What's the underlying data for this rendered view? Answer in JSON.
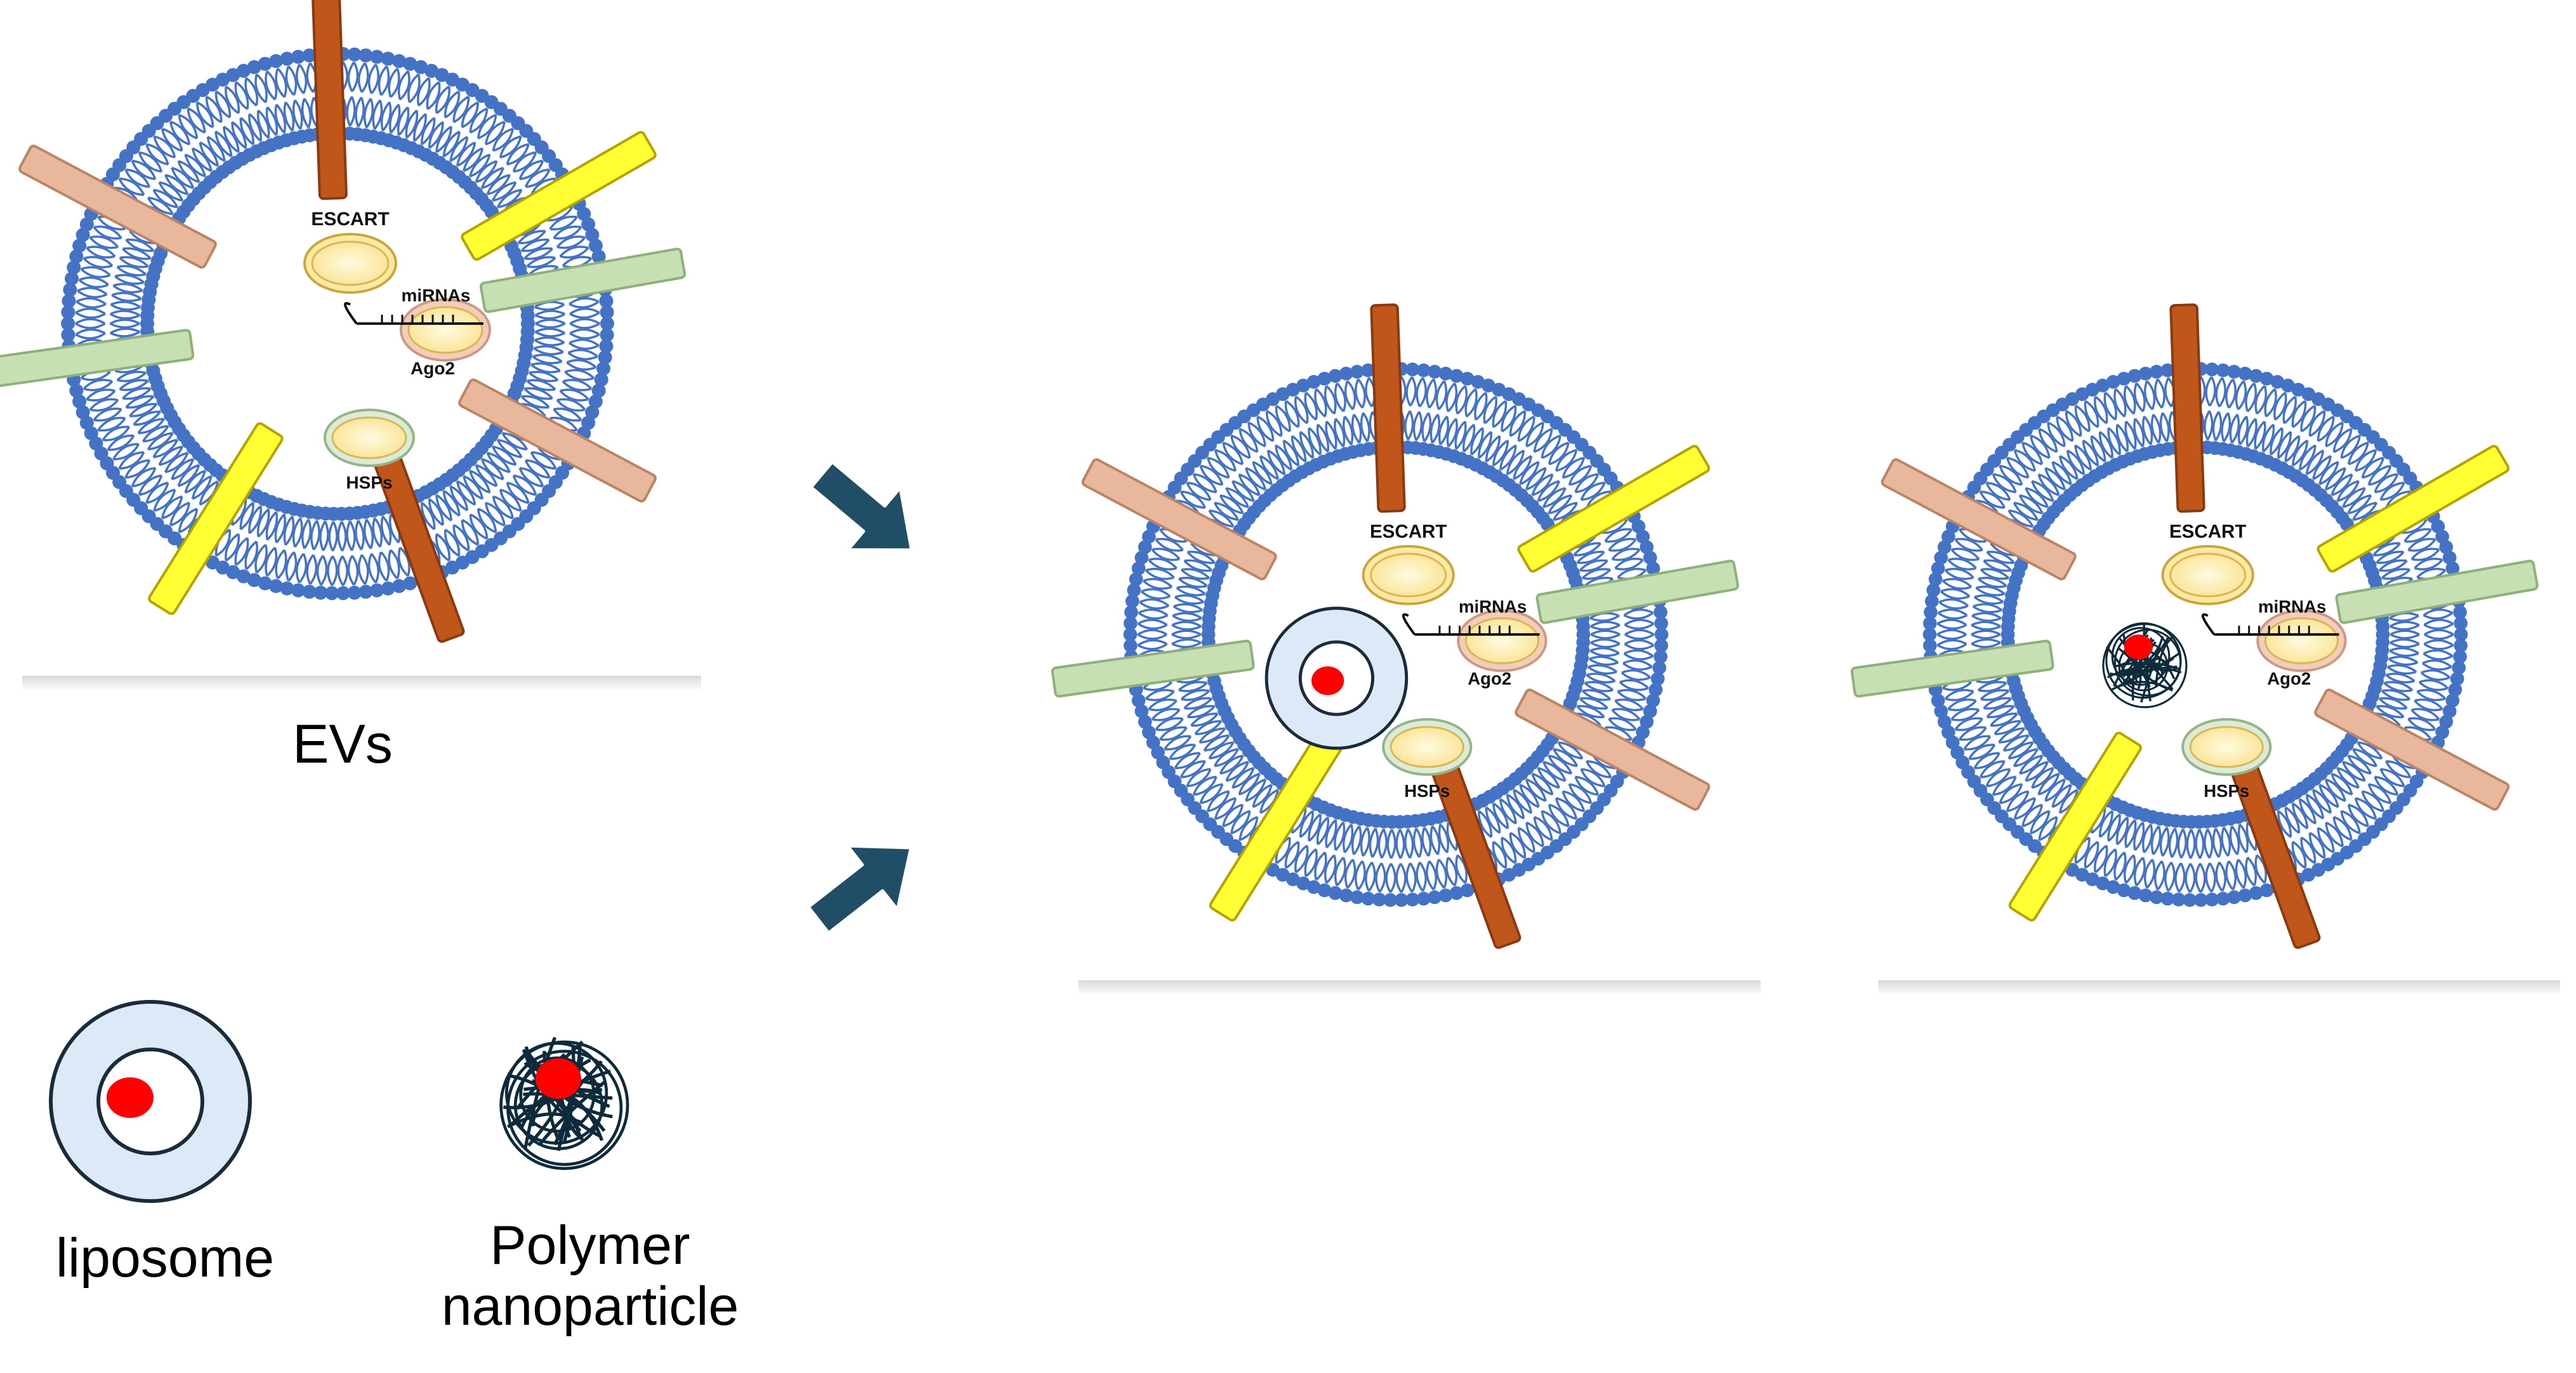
{
  "labels": {
    "escart": "ESCART",
    "mirnas": "miRNAs",
    "ago2": "Ago2",
    "hsps": "HSPs"
  },
  "captions": {
    "evs": "EVs",
    "liposome": "liposome",
    "polymer_line1": "Polymer",
    "polymer_line2": "nanoparticle"
  },
  "colors": {
    "membrane_blue": "#4472c4",
    "protein_brown": "#c0561a",
    "protein_yellow": "#ffff33",
    "protein_green": "#c6e0b4",
    "protein_tan": "#e8b79c",
    "arrow_teal": "#1f4e66",
    "cargo_red": "#ff0000",
    "liposome_fill": "#dde9f6",
    "polymer_dark": "#0d2b3a"
  },
  "panels": [
    {
      "id": "ev-plain",
      "cargo": "none"
    },
    {
      "id": "ev-with-liposome",
      "cargo": "liposome"
    },
    {
      "id": "ev-with-polymer",
      "cargo": "polymer"
    }
  ]
}
